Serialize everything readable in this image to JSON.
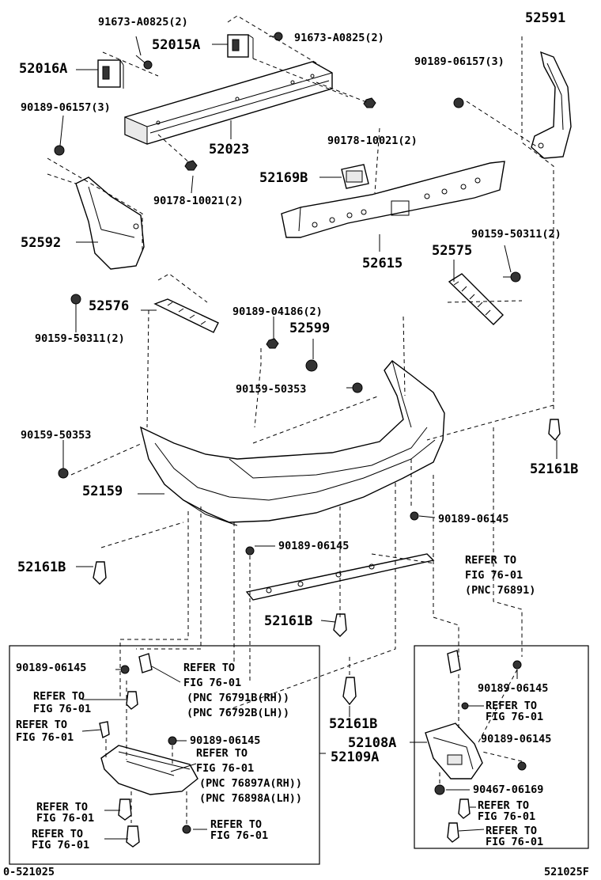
{
  "diagram": {
    "callouts": {
      "c_91673_l": "91673-A0825(2)",
      "c_52015a": "52015A",
      "c_91673_r": "91673-A0825(2)",
      "c_52016a": "52016A",
      "c_52591": "52591",
      "c_90189_06157_r": "90189-06157(3)",
      "c_90189_06157_l": "90189-06157(3)",
      "c_52023": "52023",
      "c_90178_r": "90178-10021(2)",
      "c_52169b": "52169B",
      "c_90178_l": "90178-10021(2)",
      "c_52592": "52592",
      "c_52615": "52615",
      "c_90159_50311_r": "90159-50311(2)",
      "c_52575": "52575",
      "c_52576": "52576",
      "c_90189_04186": "90189-04186(2)",
      "c_52599": "52599",
      "c_90159_50311_l": "90159-50311(2)",
      "c_90159_50353_top": "90159-50353",
      "c_90159_50353_left": "90159-50353",
      "c_52161b_right": "52161B",
      "c_52159": "52159",
      "c_90189_06145_a": "90189-06145",
      "c_52161b_left": "52161B",
      "c_90189_06145_b": "90189-06145",
      "c_refer_76891_1": "REFER TO",
      "c_refer_76891_2": "FIG 76-01",
      "c_refer_76891_3": "(PNC 76891)",
      "c_52161b_mid": "52161B",
      "c_90189_06145_c": "90189-06145",
      "c_refer_767_1": "REFER TO",
      "c_refer_767_2": "FIG 76-01",
      "c_refer_767_3": "(PNC 76791B(RH))",
      "c_refer_767_4": "(PNC 76792B(LH))",
      "c_refer_a1": "REFER TO",
      "c_refer_a2": "FIG 76-01",
      "c_refer_b1": "REFER TO",
      "c_refer_b2": "FIG 76-01",
      "c_90189_06145_d": "90189-06145",
      "c_refer_768_1": "REFER TO",
      "c_refer_768_2": "FIG 76-01",
      "c_refer_768_3": "(PNC 76897A(RH))",
      "c_refer_768_4": "(PNC 76898A(LH))",
      "c_52109a": "52109A",
      "c_52108a": "52108A",
      "c_52161b_low": "52161B",
      "c_refer_c1": "REFER TO",
      "c_refer_c2": "FIG 76-01",
      "c_refer_d1": "REFER TO",
      "c_refer_d2": "FIG 76-01",
      "c_refer_e1": "REFER TO",
      "c_refer_e2": "FIG 76-01",
      "c_90189_06145_e": "90189-06145",
      "c_refer_f1": "REFER TO",
      "c_refer_f2": "FIG 76-01",
      "c_90189_06145_f": "90189-06145",
      "c_90467": "90467-06169",
      "c_refer_g1": "REFER TO",
      "c_refer_g2": "FIG 76-01",
      "c_refer_h1": "REFER TO",
      "c_refer_h2": "FIG 76-01"
    },
    "footer": {
      "left_code": "0-521025",
      "right_code": "521025F"
    }
  }
}
